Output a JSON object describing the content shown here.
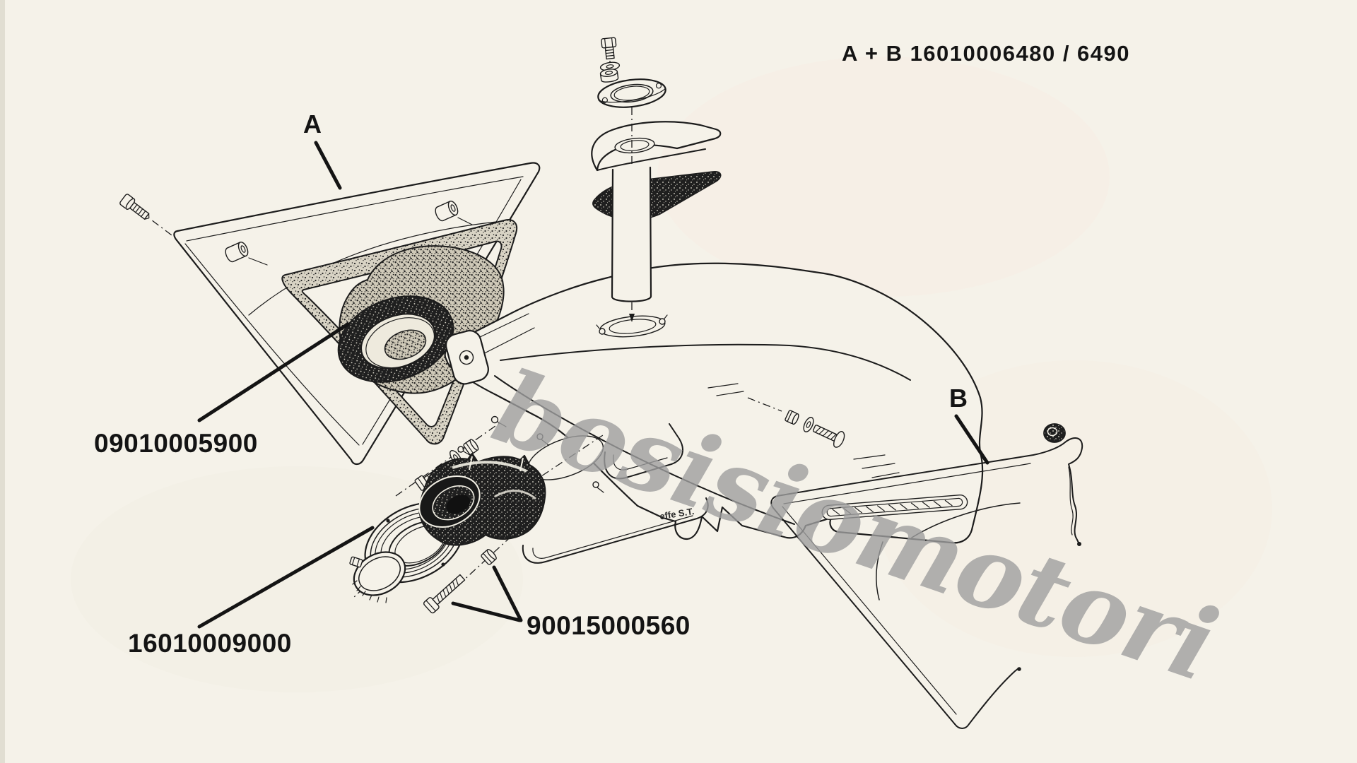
{
  "page": {
    "background_color": "#f5f2e9",
    "ink_color": "#1c1c1c",
    "watermark_color": "#9f9f9f"
  },
  "header": {
    "assembly_code": "A + B 16010006480 / 6490"
  },
  "watermark": {
    "text": "bosisiomotori"
  },
  "diagram": {
    "type": "exploded-parts-drawing",
    "subject": "air filter box assembly",
    "panel_labels": {
      "left": "A",
      "right": "B"
    },
    "brand_mark": "effe S.T.",
    "part_numbers": {
      "air_filter_element": "09010005900",
      "intake_seal_ring": "16010009000",
      "bolt_and_nut": "90015000560"
    }
  }
}
